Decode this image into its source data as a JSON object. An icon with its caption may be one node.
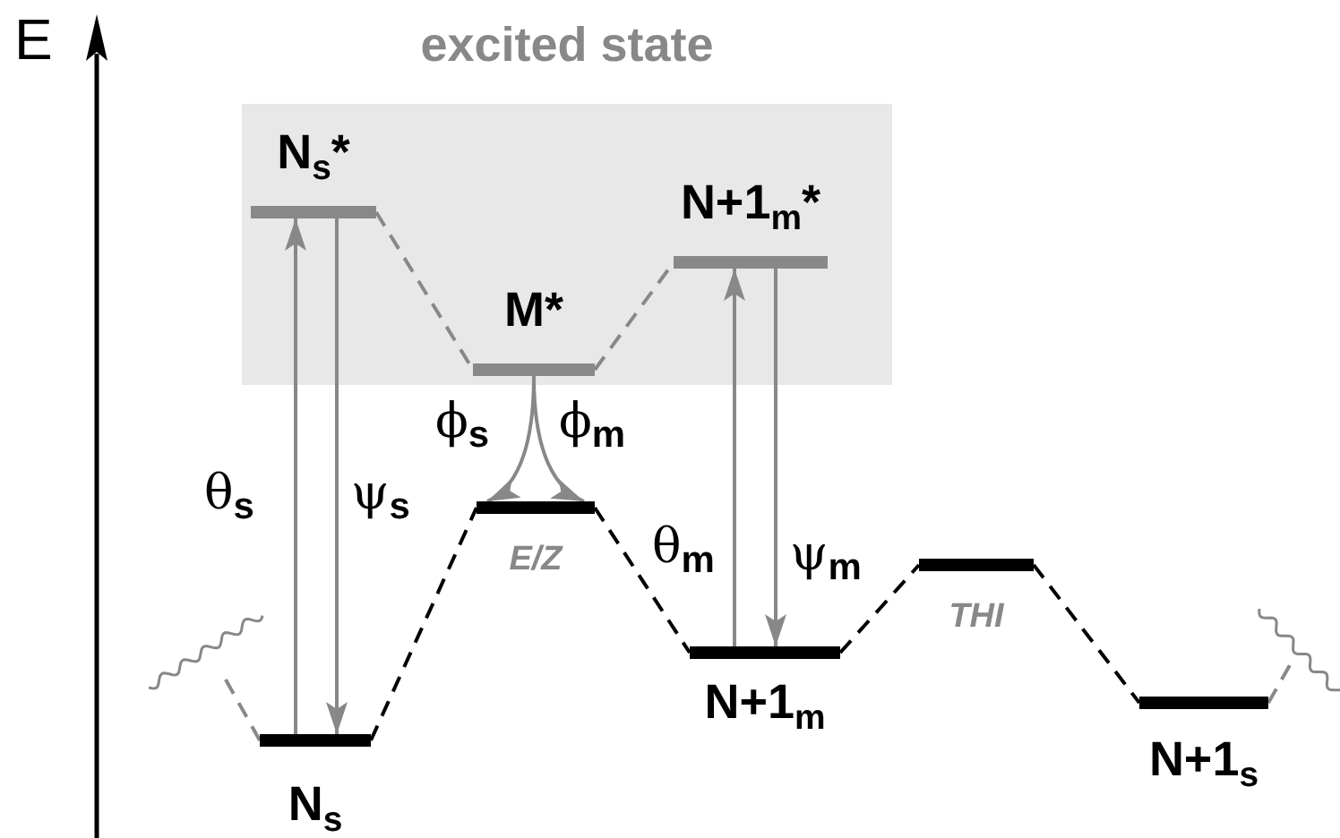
{
  "diagram": {
    "nodes": [
      {
        "text": [
          "excited state"
        ]
      },
      {
        "text": [
          "N$_{s}$*"
        ],
        "in": 0
      },
      {
        "text": [
          "M*"
        ],
        "in": 0
      },
      {
        "text": [
          "N+1$_{m}$*"
        ],
        "in": 0
      },
      {
        "text": [
          "E/Z"
        ]
      },
      {
        "text": [
          "N$_{s}$"
        ]
      },
      {
        "text": [
          "N+1$_{m}$"
        ]
      },
      {
        "text": [
          "THI"
        ]
      },
      {
        "text": [
          "N+1$_{s}$"
        ]
      }
    ],
    "edges": [
      {
        "from": 1,
        "to": 2,
        "arrow": "none",
        "style": "dashed"
      },
      {
        "from": 2,
        "to": 3,
        "arrow": "none",
        "style": "dashed"
      },
      {
        "from": 2,
        "to": 4,
        "arrow": "to",
        "label": "ϕ$_{s}$"
      },
      {
        "from": 2,
        "to": 4,
        "arrow": "to",
        "label": "ϕ$_{m}$"
      },
      {
        "from": 5,
        "to": 1,
        "arrow": "to",
        "label": "θ$_{s}$"
      },
      {
        "from": 1,
        "to": 5,
        "arrow": "to",
        "label": "ψ$_{s}$"
      },
      {
        "from": 6,
        "to": 3,
        "arrow": "to",
        "label": "θ$_{m}$"
      },
      {
        "from": 3,
        "to": 6,
        "arrow": "to",
        "label": "ψ$_{m}$"
      },
      {
        "from": 5,
        "to": 4,
        "arrow": "none",
        "style": "dashed",
        "color": "#000000"
      },
      {
        "from": 4,
        "to": 6,
        "arrow": "none",
        "style": "dashed",
        "color": "#000000"
      },
      {
        "from": 6,
        "to": 7,
        "arrow": "none",
        "style": "dashed",
        "color": "#000000"
      },
      {
        "from": 7,
        "to": 8,
        "arrow": "none",
        "style": "dashed",
        "color": "#000000"
      },
      {
        "from": 5,
        "to": null,
        "arrow": "none",
        "style": "dashed"
      },
      {
        "from": 8,
        "to": null,
        "arrow": "none",
        "style": "dashed"
      }
    ],
    "labels": [
      "E"
    ]
  }
}
